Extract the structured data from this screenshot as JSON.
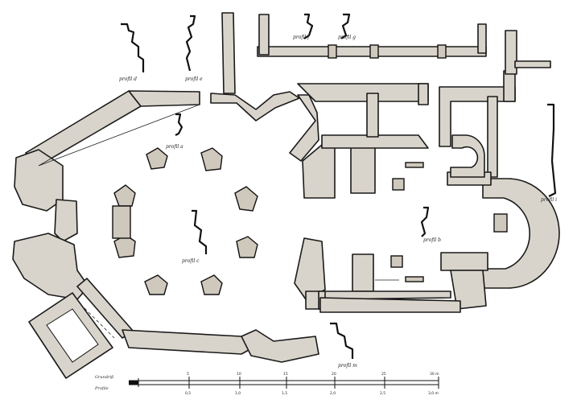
{
  "diagram": {
    "profile_labels": {
      "d": "profil d",
      "e": "profil e",
      "f": "profil f",
      "g": "profil g",
      "a": "profil a",
      "c": "profil c",
      "b": "profil b",
      "i": "profil i",
      "m": "profil m"
    },
    "scale_labels": {
      "top": "Grundriß",
      "bottom": "Profile"
    },
    "scale_ticks_top": [
      "5",
      "10",
      "15",
      "20",
      "25",
      "30 m"
    ],
    "scale_ticks_bottom": [
      "0,5",
      "1,0",
      "1,5",
      "2,0",
      "2,5",
      "3,0 m"
    ],
    "colors": {
      "wall_fill": "#d9d4cb",
      "ink": "#111111",
      "paper": "#ffffff"
    }
  }
}
